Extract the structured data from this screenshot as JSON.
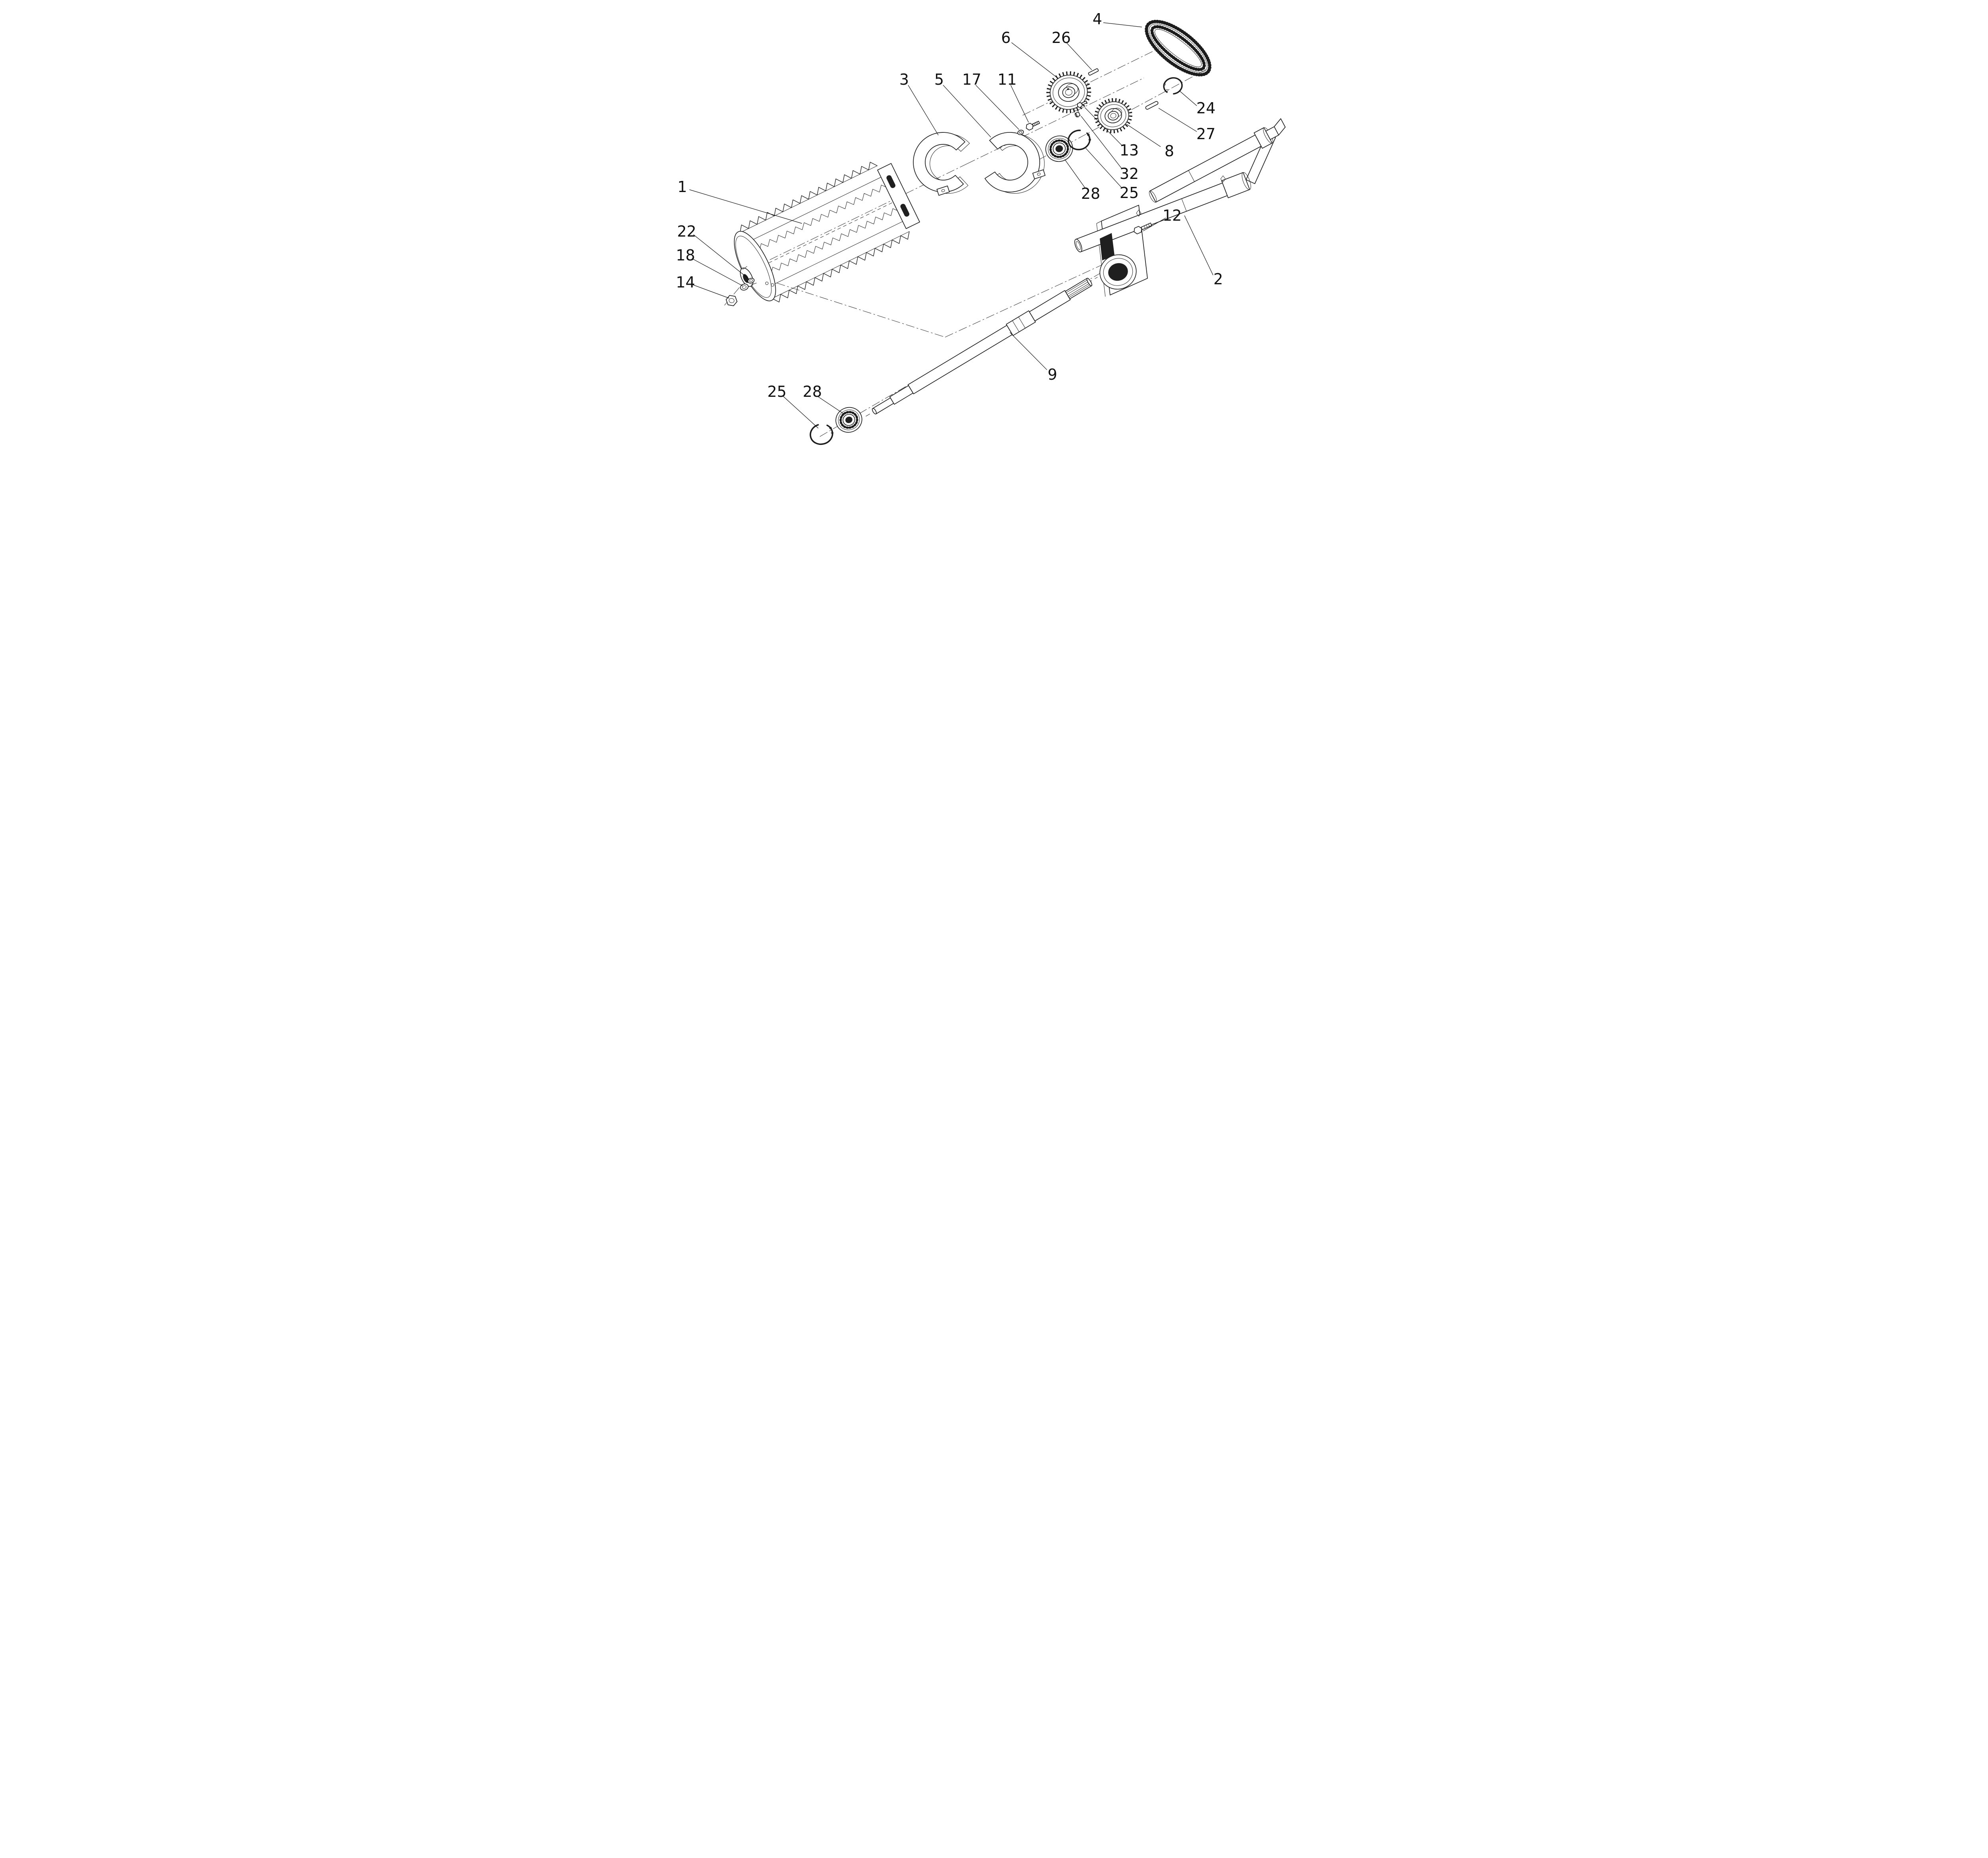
{
  "colors": {
    "background": "#ffffff",
    "line": "#1c1c1c",
    "label": "#111111"
  },
  "diagram": {
    "callouts": {
      "c1": "1",
      "c2": "2",
      "c3": "3",
      "c4": "4",
      "c5": "5",
      "c6": "6",
      "c8": "8",
      "c9": "9",
      "c11": "11",
      "c12": "12",
      "c13": "13",
      "c14": "14",
      "c17": "17",
      "c18": "18",
      "c22": "22",
      "c24": "24",
      "c25_top": "25",
      "c25_bottom": "25",
      "c26": "26",
      "c27": "27",
      "c28_top": "28",
      "c28_bottom": "28",
      "c32": "32"
    }
  }
}
